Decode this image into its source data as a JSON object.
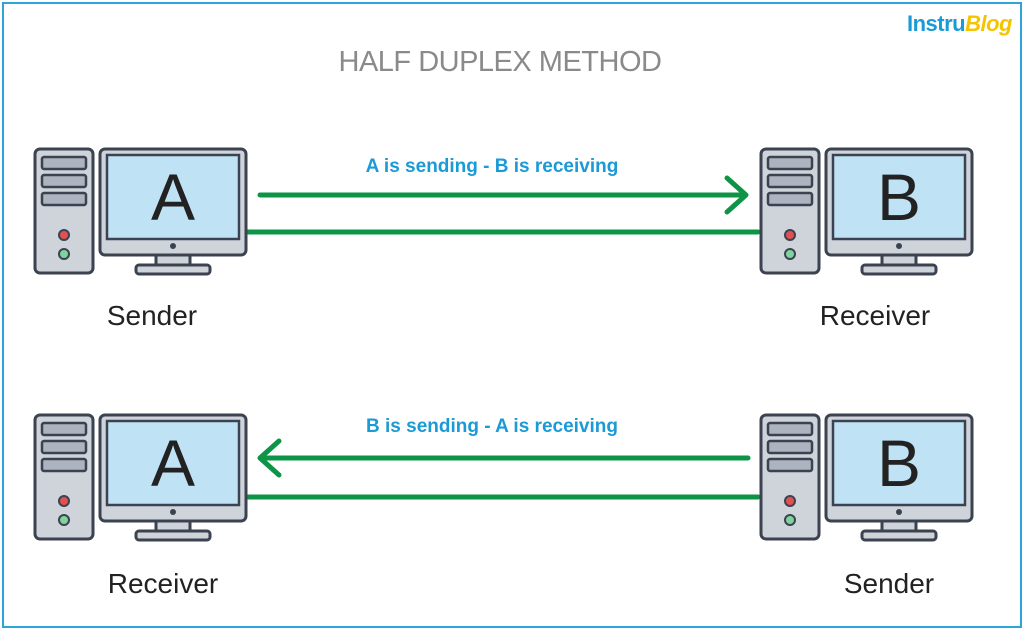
{
  "logo": {
    "part1": "Instru",
    "part2": "Blog"
  },
  "title": "HALF DUPLEX METHOD",
  "colors": {
    "border": "#2ea3dc",
    "title": "#8a8a8a",
    "caption": "#1a9ad6",
    "line": "#0e9447",
    "screen": "#bfe3f5",
    "outline": "#3b4250",
    "case": "#cfd3da",
    "led_red": "#e2504f",
    "led_green": "#7fd39c",
    "logo_yellow": "#f5c400"
  },
  "top_row": {
    "caption": "A is sending - B is receiving",
    "left": {
      "letter": "A",
      "role": "Sender",
      "icon": "desktop-computer-icon"
    },
    "right": {
      "letter": "B",
      "role": "Receiver",
      "icon": "desktop-computer-icon"
    },
    "arrow_direction": "right"
  },
  "bottom_row": {
    "caption": "B is sending - A is receiving",
    "left": {
      "letter": "A",
      "role": "Receiver",
      "icon": "desktop-computer-icon"
    },
    "right": {
      "letter": "B",
      "role": "Sender",
      "icon": "desktop-computer-icon"
    },
    "arrow_direction": "left"
  }
}
